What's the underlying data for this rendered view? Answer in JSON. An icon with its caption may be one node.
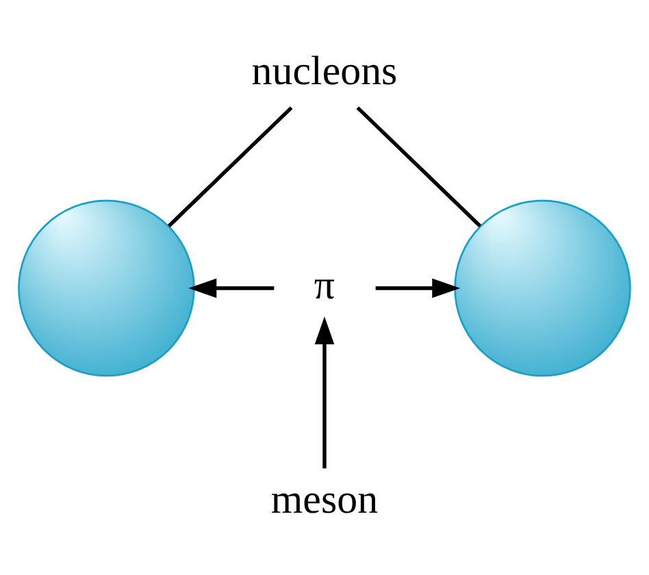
{
  "diagram": {
    "nodes": [
      {
        "text": [
          "nucleons"
        ]
      },
      {
        "text": [],
        "shape": "circle"
      },
      {
        "text": [
          "π"
        ]
      },
      {
        "text": [],
        "shape": "circle"
      },
      {
        "text": [
          "meson"
        ]
      }
    ],
    "edges": [
      {
        "from": 0,
        "to": 1,
        "arrow": "none"
      },
      {
        "from": 0,
        "to": 3,
        "arrow": "none"
      },
      {
        "from": 2,
        "to": 1,
        "arrow": "to"
      },
      {
        "from": 2,
        "to": 3,
        "arrow": "to"
      },
      {
        "from": 4,
        "to": 2,
        "arrow": "to"
      }
    ]
  }
}
